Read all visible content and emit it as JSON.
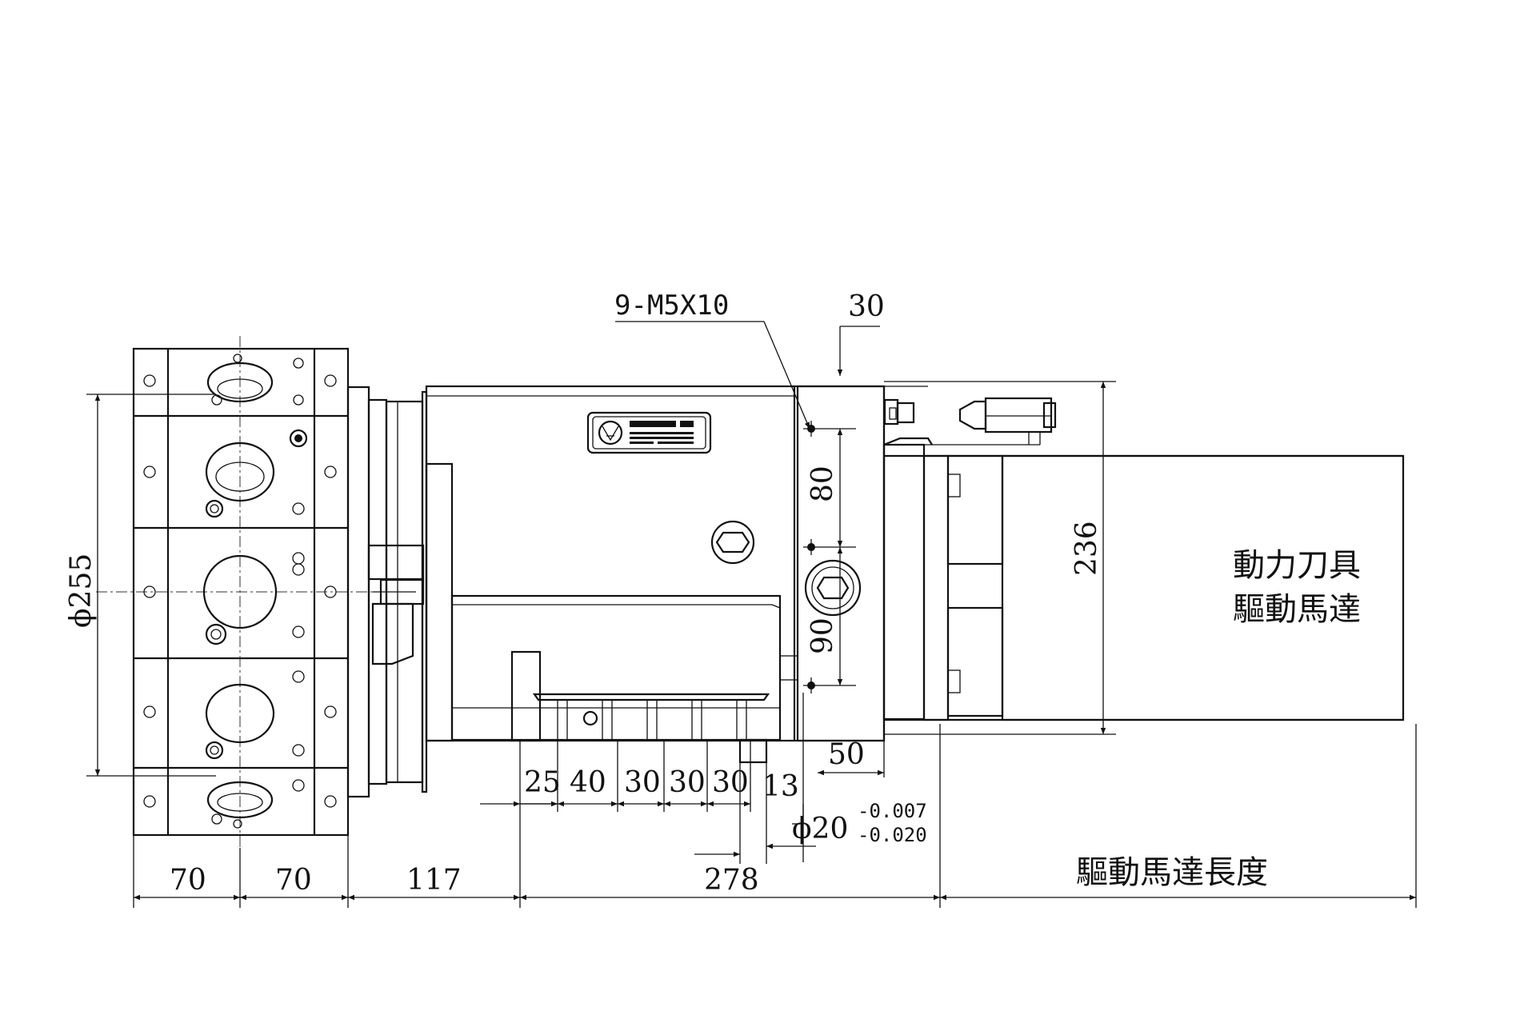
{
  "drawing": {
    "thread_callout": "9-M5X10",
    "dimensions": {
      "top_offset": "30",
      "spacing_upper": "80",
      "spacing_lower": "90",
      "motor_height": "236",
      "flange_diameter": "ϕ255",
      "offset_50": "50",
      "offset_13": "13",
      "shaft_diameter": "ϕ20",
      "shaft_tol_upper": "-0.007",
      "shaft_tol_lower": "-0.020",
      "pitch_25": "25",
      "pitch_40": "40",
      "pitch_30a": "30",
      "pitch_30b": "30",
      "pitch_30c": "30",
      "length_70a": "70",
      "length_70b": "70",
      "length_117": "117",
      "length_278": "278",
      "motor_length": "驅動馬達長度"
    },
    "motor_label": {
      "line1": "動力刀具",
      "line2": "驅動馬達"
    }
  }
}
